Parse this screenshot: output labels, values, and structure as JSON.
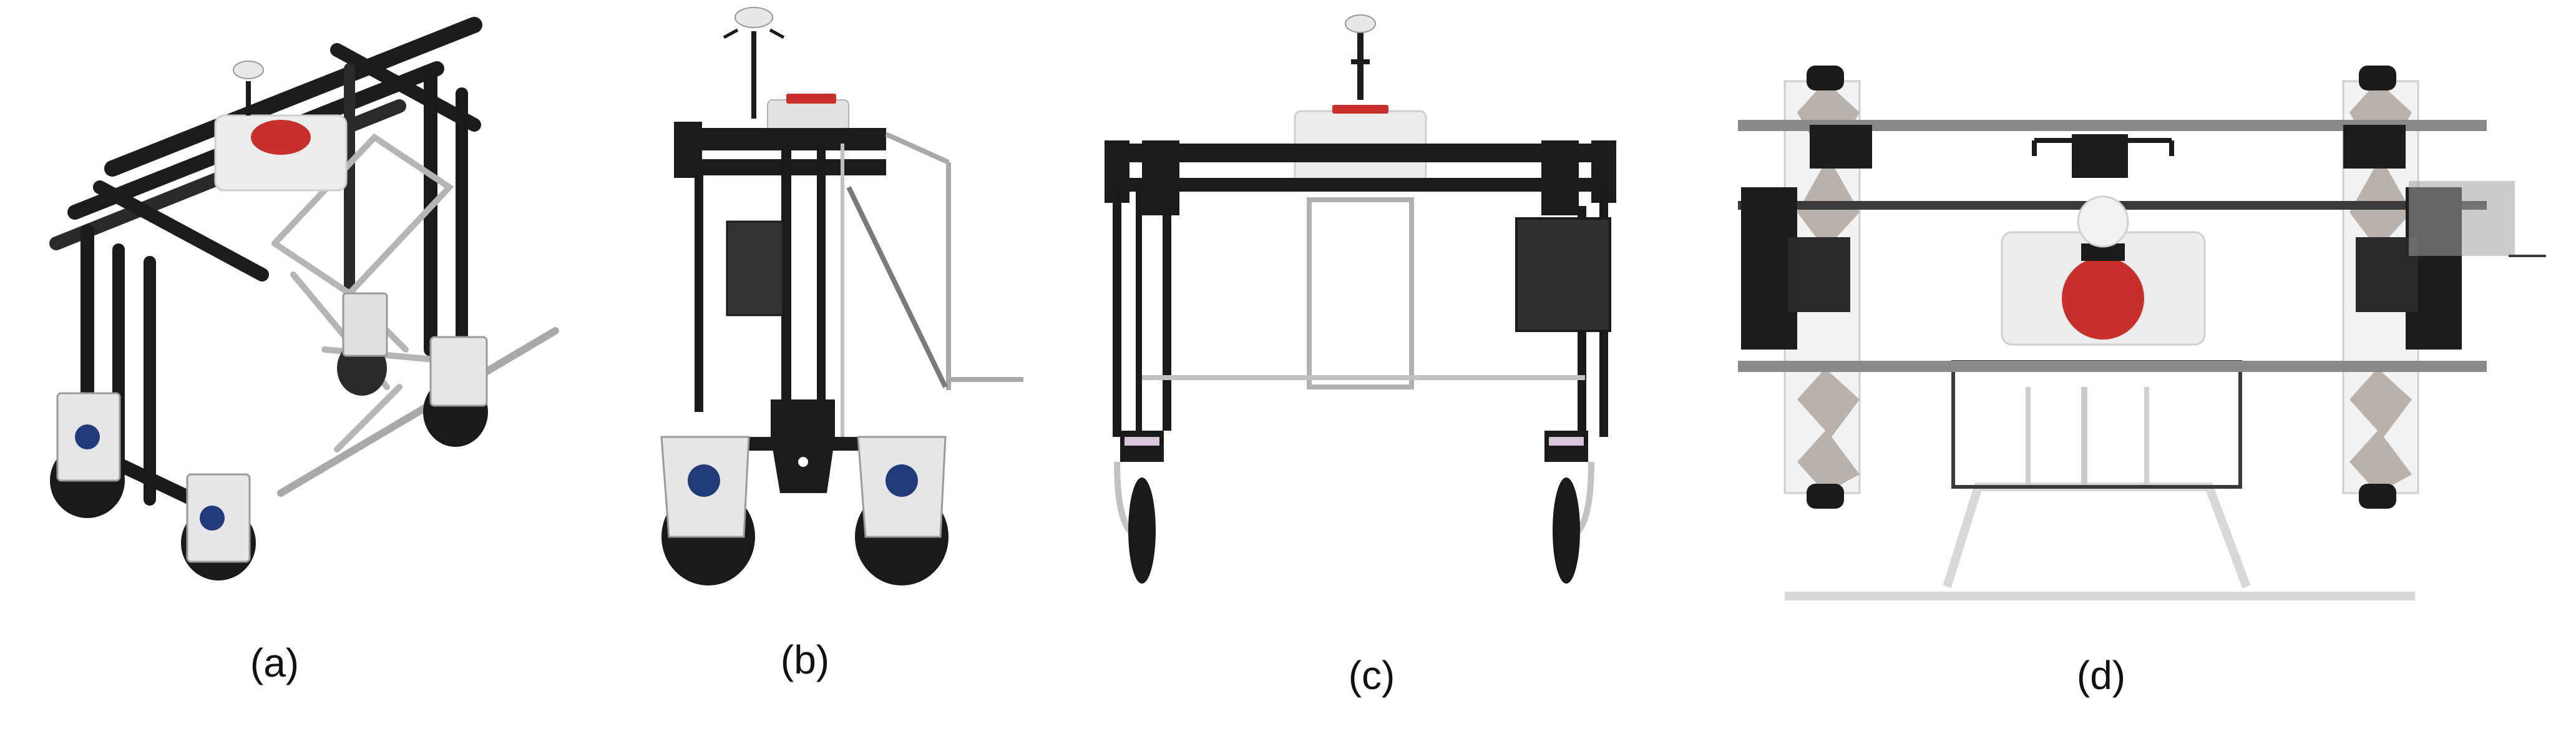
{
  "figure": {
    "panels": [
      {
        "label": "(a)"
      },
      {
        "label": "(b)"
      },
      {
        "label": "(c)"
      },
      {
        "label": "(d)"
      }
    ],
    "colors": {
      "frame": "#1c1c1c",
      "frame_gray": "#8a8a8a",
      "light_gray": "#cfcfcf",
      "tank": "#ececec",
      "tank_lid": "#c8302c",
      "wheel": "#1a1a1a",
      "module": "#e6e6e6"
    },
    "icons": [
      "gnss-antenna-icon",
      "logo-emblem-icon"
    ]
  }
}
